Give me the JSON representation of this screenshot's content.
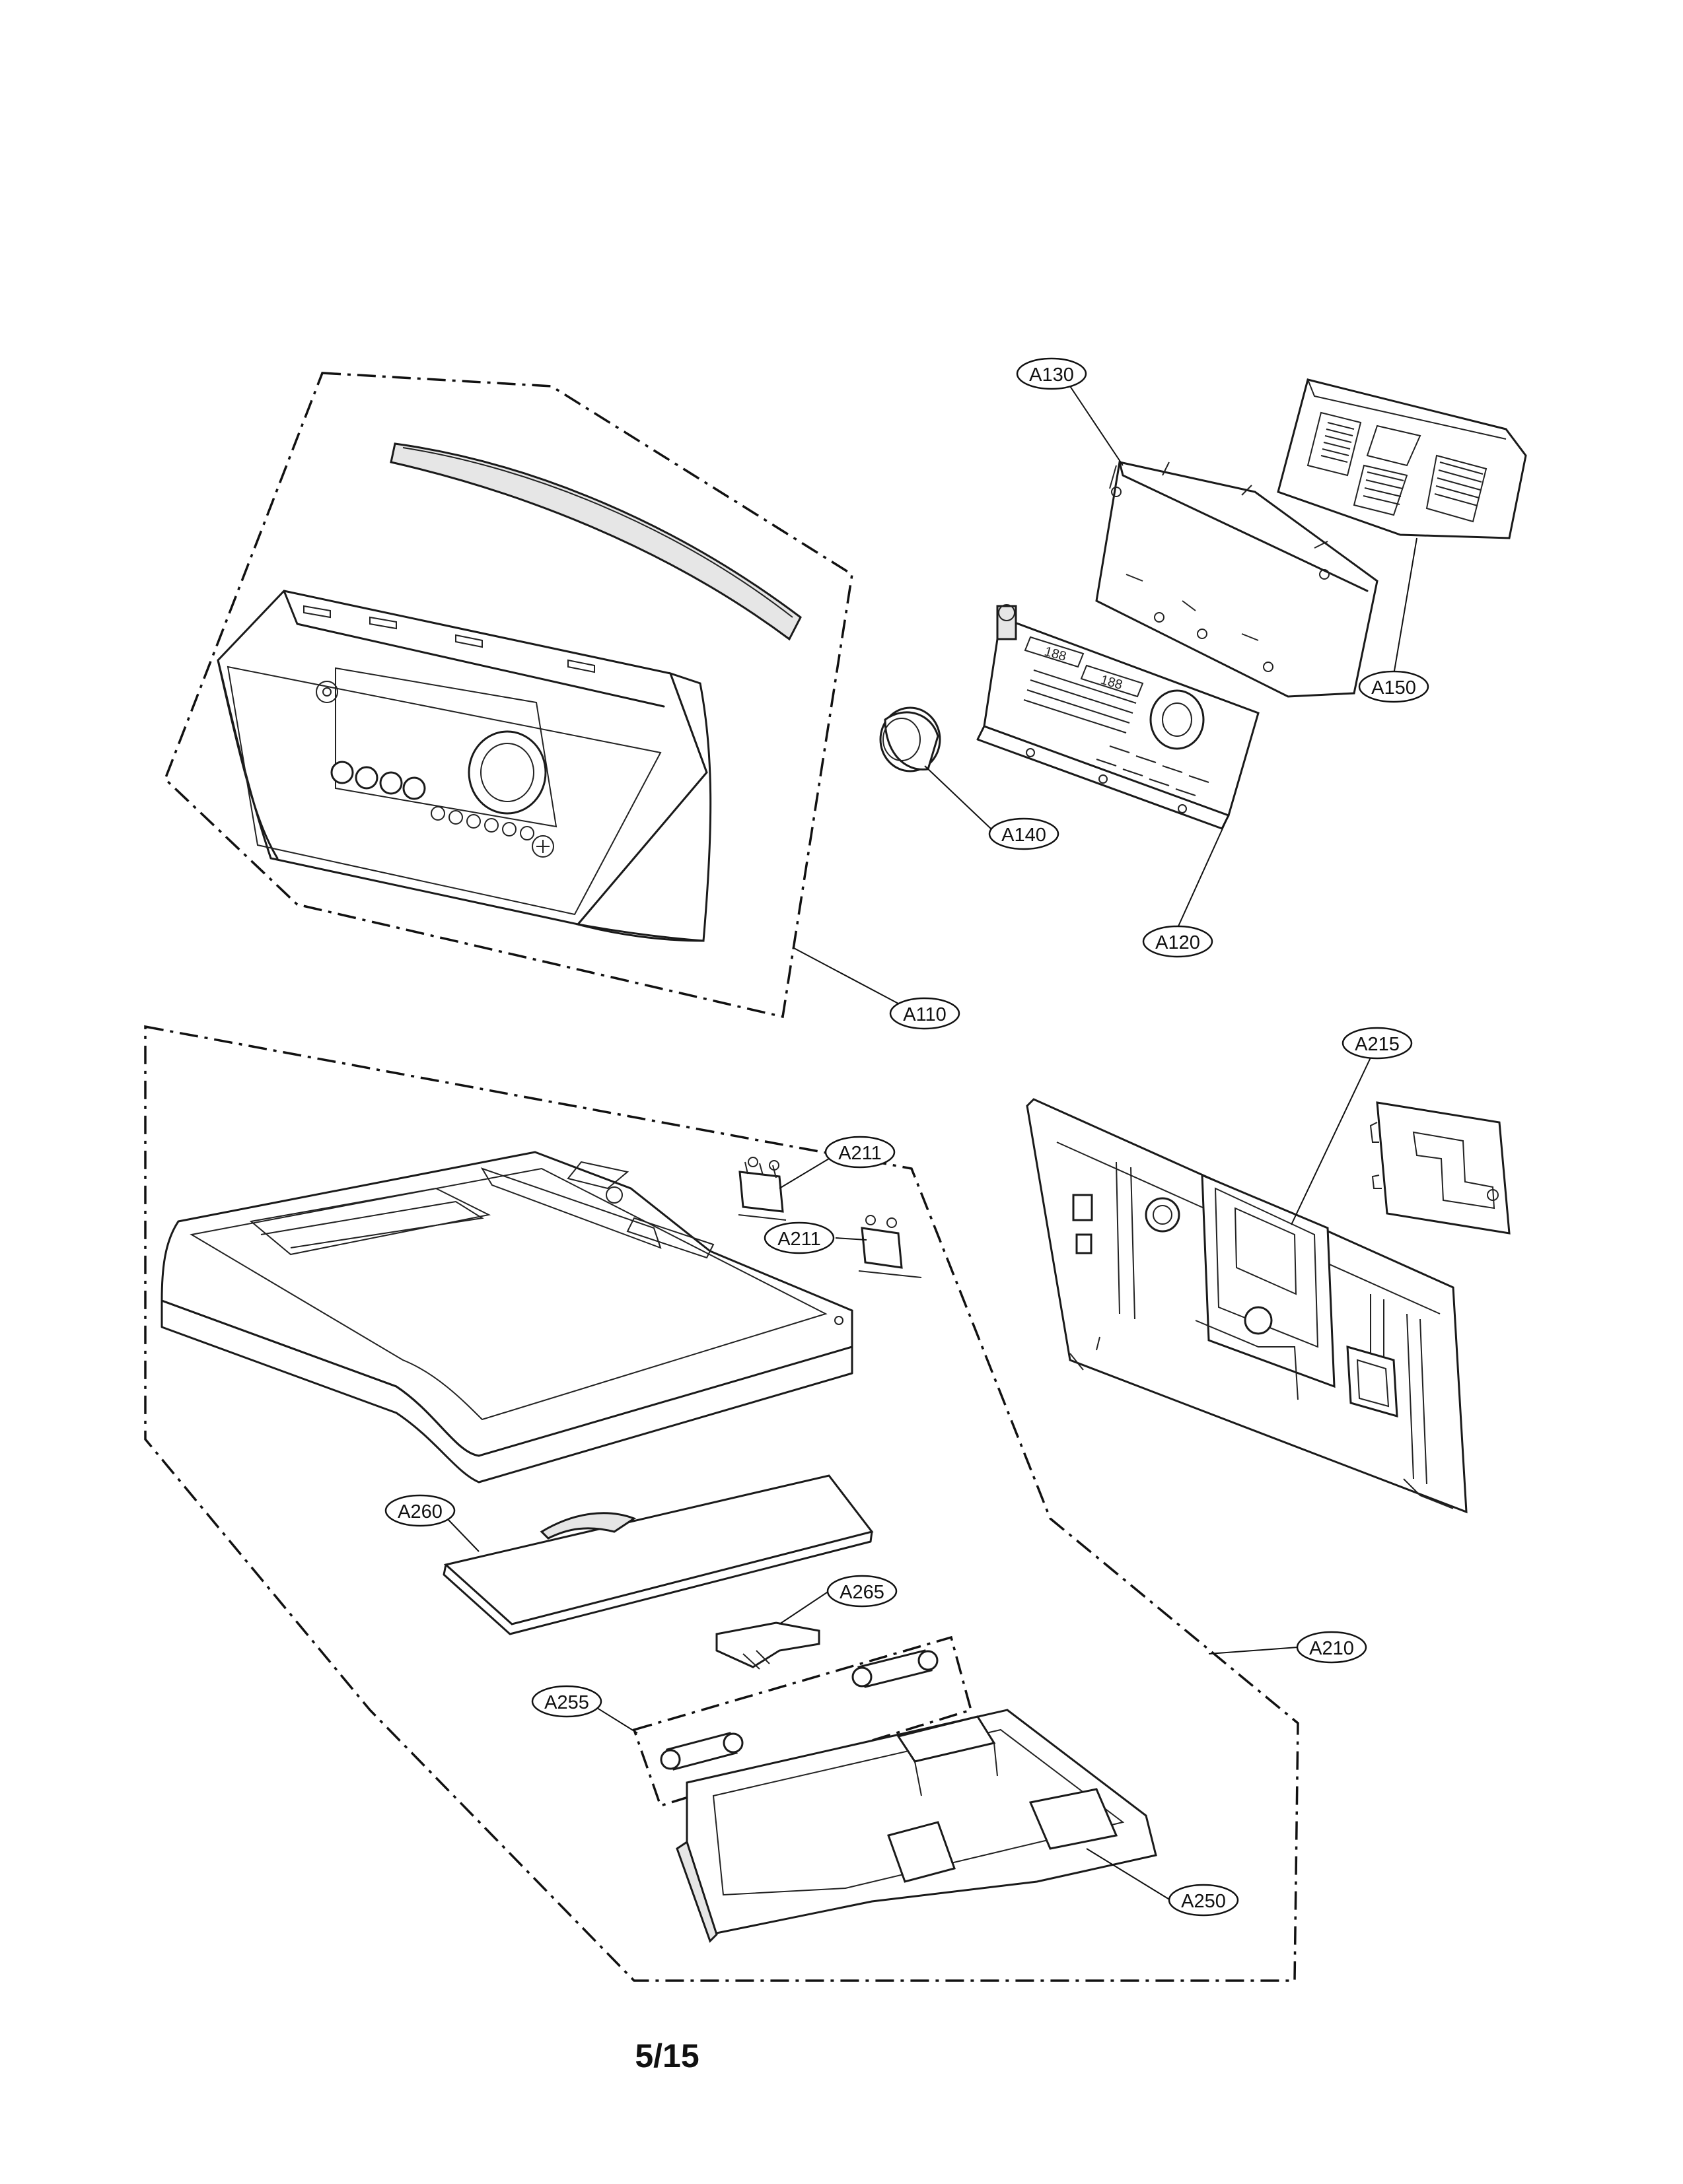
{
  "callouts": {
    "a130": "A130",
    "a150": "A150",
    "a140": "A140",
    "a120": "A120",
    "a110": "A110",
    "a215": "A215",
    "a211_top": "A211",
    "a211_bottom": "A211",
    "a260": "A260",
    "a265": "A265",
    "a210": "A210",
    "a255": "A255",
    "a250": "A250"
  },
  "display_digits": [
    "188",
    "188"
  ],
  "page_number": "5/15"
}
